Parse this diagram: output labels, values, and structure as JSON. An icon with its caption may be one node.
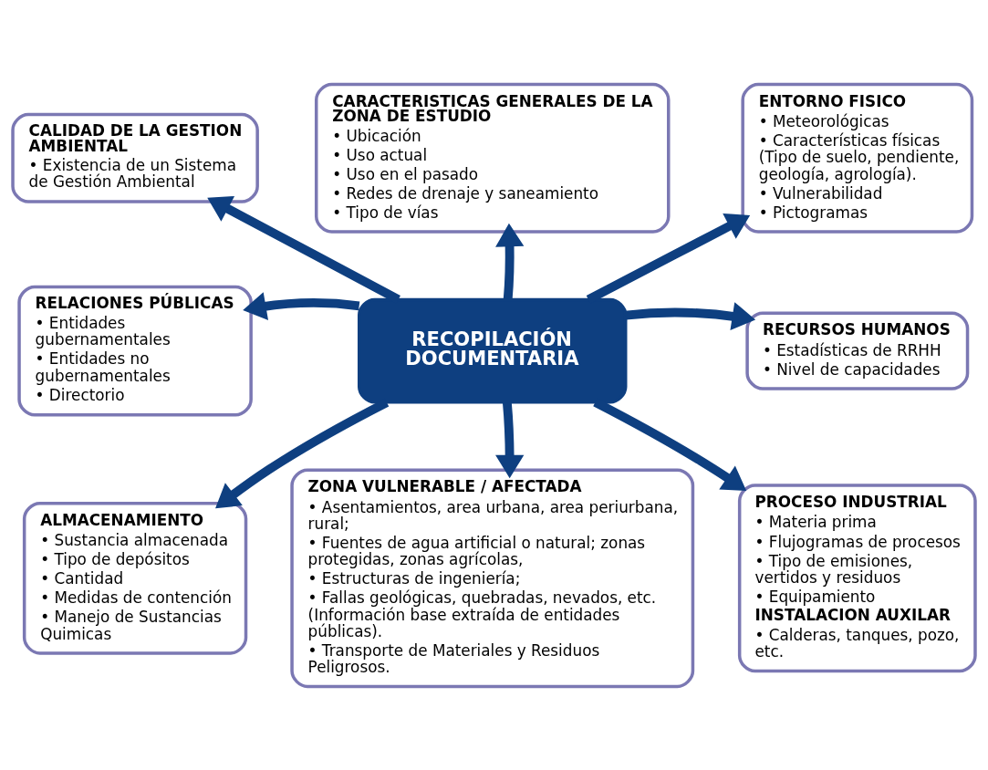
{
  "diagram": {
    "nodes": [
      {
        "text": [
          "CARACTERISTICAS GENERALES DE LA ZONA DE ESTUDIO",
          "• Ubicación",
          "• Uso actual",
          "• Uso en el pasado",
          "• Redes de drenaje y saneamiento",
          "• Tipo de vías"
        ]
      },
      {
        "text": [
          "ENTORNO FISICO",
          "• Meteorológicas",
          "• Características físicas (Tipo de suelo, pendiente, geología, agrología).",
          "• Vulnerabilidad",
          "• Pictogramas"
        ]
      },
      {
        "text": [
          "CALIDAD DE LA GESTION AMBIENTAL",
          "• Existencia de un Sistema de Gestión Ambiental"
        ]
      },
      {
        "text": [
          "RELACIONES PÚBLICAS",
          "• Entidades gubernamentales",
          "• Entidades no gubernamentales",
          "• Directorio"
        ]
      },
      {
        "text": [
          "RECOPILACIÓN DOCUMENTARIA"
        ]
      },
      {
        "text": [
          "RECURSOS HUMANOS",
          "• Estadísticas de RRHH",
          "• Nivel de capacidades"
        ]
      },
      {
        "text": [
          "PROCESO INDUSTRIAL",
          "• Materia prima",
          "• Flujogramas de procesos",
          "• Tipo de emisiones, vertidos y residuos",
          "• Equipamiento",
          "INSTALACION AUXILAR",
          "• Calderas, tanques, pozo, etc."
        ]
      },
      {
        "text": [
          "ALMACENAMIENTO",
          "• Sustancia almacenada",
          "• Tipo de depósitos",
          "• Cantidad",
          "• Medidas de contención",
          "• Manejo de Sustancias Quimicas"
        ]
      },
      {
        "text": [
          "ZONA VULNERABLE / AFECTADA",
          "• Asentamientos, area urbana, area periurbana, rural;",
          "• Fuentes de agua artificial o natural; zonas protegidas, zonas agrícolas,",
          "• Estructuras de ingeniería;",
          "• Fallas geológicas, quebradas, nevados, etc. (Información base extraída de entidades públicas).",
          "• Transporte de Materiales y Residuos Peligrosos."
        ]
      }
    ],
    "edges": [
      {
        "from": 4,
        "to": 0,
        "arrow": "to"
      },
      {
        "from": 4,
        "to": 1,
        "arrow": "to"
      },
      {
        "from": 4,
        "to": 2,
        "arrow": "to"
      },
      {
        "from": 4,
        "to": 3,
        "arrow": "to"
      },
      {
        "from": 4,
        "to": 5,
        "arrow": "to"
      },
      {
        "from": 4,
        "to": 6,
        "arrow": "to"
      },
      {
        "from": 4,
        "to": 7,
        "arrow": "to"
      },
      {
        "from": 4,
        "to": 8,
        "arrow": "to"
      }
    ]
  }
}
